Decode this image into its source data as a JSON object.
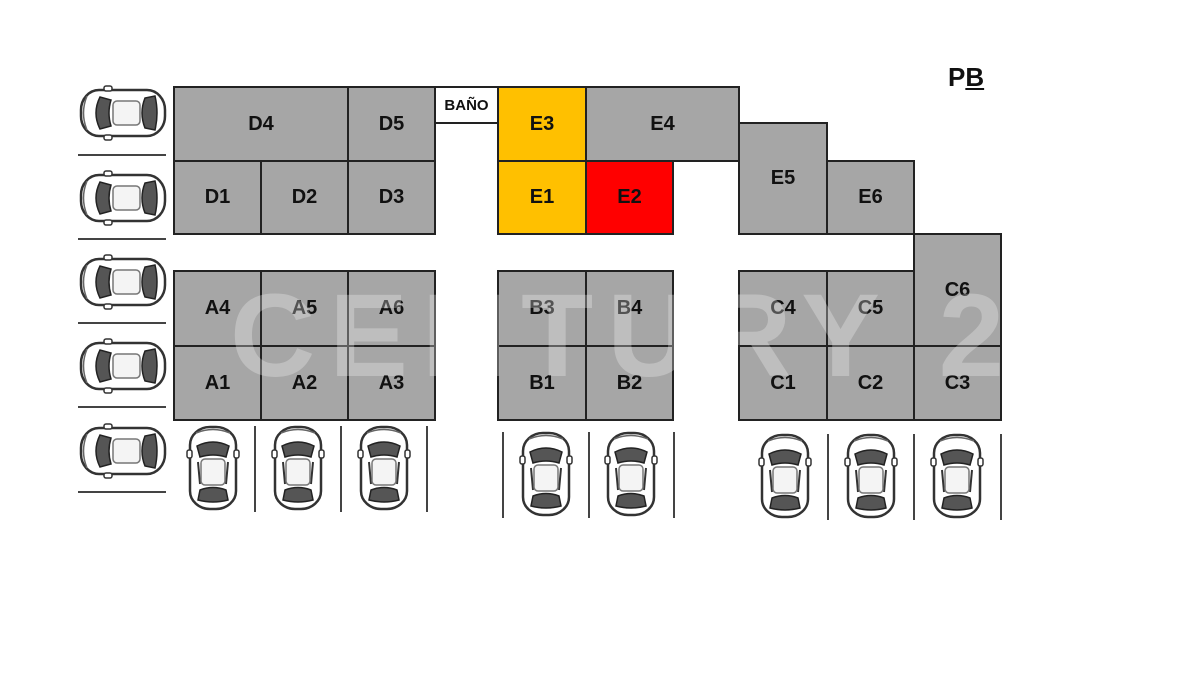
{
  "floor_label": {
    "first": "P",
    "second": "B"
  },
  "watermark": "CENTURY 21",
  "colors": {
    "available": "#a6a6a6",
    "reserved": "#ffc000",
    "sold": "#ff0000",
    "service": "#ffffff"
  },
  "icons": {
    "parking": "car-icon"
  },
  "units": [
    {
      "id": "D4",
      "label": "D4",
      "status": "available"
    },
    {
      "id": "D5",
      "label": "D5",
      "status": "available"
    },
    {
      "id": "BANO",
      "label": "BAÑO",
      "status": "service"
    },
    {
      "id": "E3",
      "label": "E3",
      "status": "reserved"
    },
    {
      "id": "E4",
      "label": "E4",
      "status": "available"
    },
    {
      "id": "D1",
      "label": "D1",
      "status": "available"
    },
    {
      "id": "D2",
      "label": "D2",
      "status": "available"
    },
    {
      "id": "D3",
      "label": "D3",
      "status": "available"
    },
    {
      "id": "E1",
      "label": "E1",
      "status": "reserved"
    },
    {
      "id": "E2",
      "label": "E2",
      "status": "sold"
    },
    {
      "id": "E5",
      "label": "E5",
      "status": "available"
    },
    {
      "id": "E6",
      "label": "E6",
      "status": "available"
    },
    {
      "id": "A4",
      "label": "A4",
      "status": "available"
    },
    {
      "id": "A5",
      "label": "A5",
      "status": "available"
    },
    {
      "id": "A6",
      "label": "A6",
      "status": "available"
    },
    {
      "id": "A1",
      "label": "A1",
      "status": "available"
    },
    {
      "id": "A2",
      "label": "A2",
      "status": "available"
    },
    {
      "id": "A3",
      "label": "A3",
      "status": "available"
    },
    {
      "id": "B3",
      "label": "B3",
      "status": "available"
    },
    {
      "id": "B4",
      "label": "B4",
      "status": "available"
    },
    {
      "id": "B1",
      "label": "B1",
      "status": "available"
    },
    {
      "id": "B2",
      "label": "B2",
      "status": "available"
    },
    {
      "id": "C4",
      "label": "C4",
      "status": "available"
    },
    {
      "id": "C5",
      "label": "C5",
      "status": "available"
    },
    {
      "id": "C6",
      "label": "C6",
      "status": "available"
    },
    {
      "id": "C1",
      "label": "C1",
      "status": "available"
    },
    {
      "id": "C2",
      "label": "C2",
      "status": "available"
    },
    {
      "id": "C3",
      "label": "C3",
      "status": "available"
    }
  ]
}
